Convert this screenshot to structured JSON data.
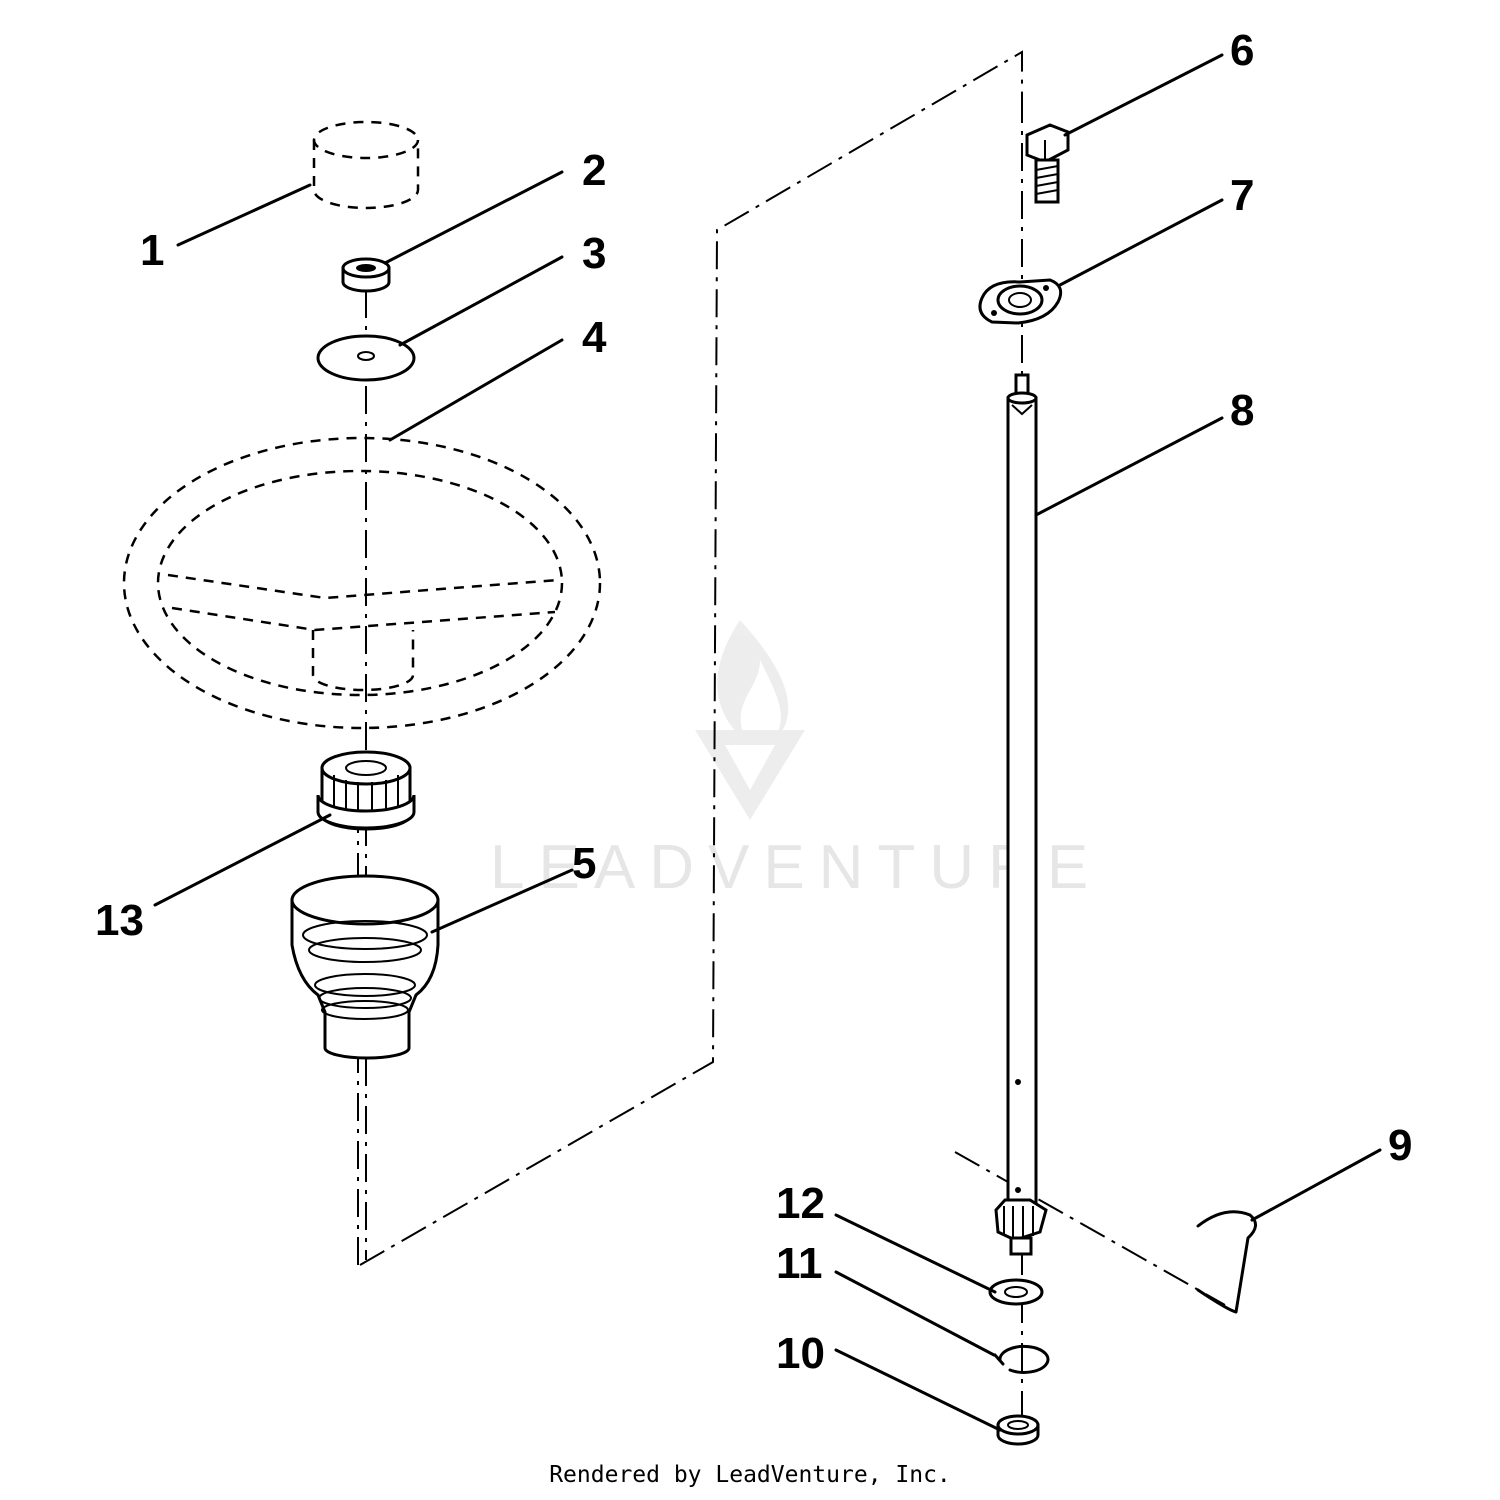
{
  "callouts": [
    "1",
    "2",
    "3",
    "4",
    "5",
    "6",
    "7",
    "8",
    "9",
    "10",
    "11",
    "12",
    "13"
  ],
  "watermark": "LEADVENTURE",
  "footer": "Rendered by LeadVenture, Inc."
}
